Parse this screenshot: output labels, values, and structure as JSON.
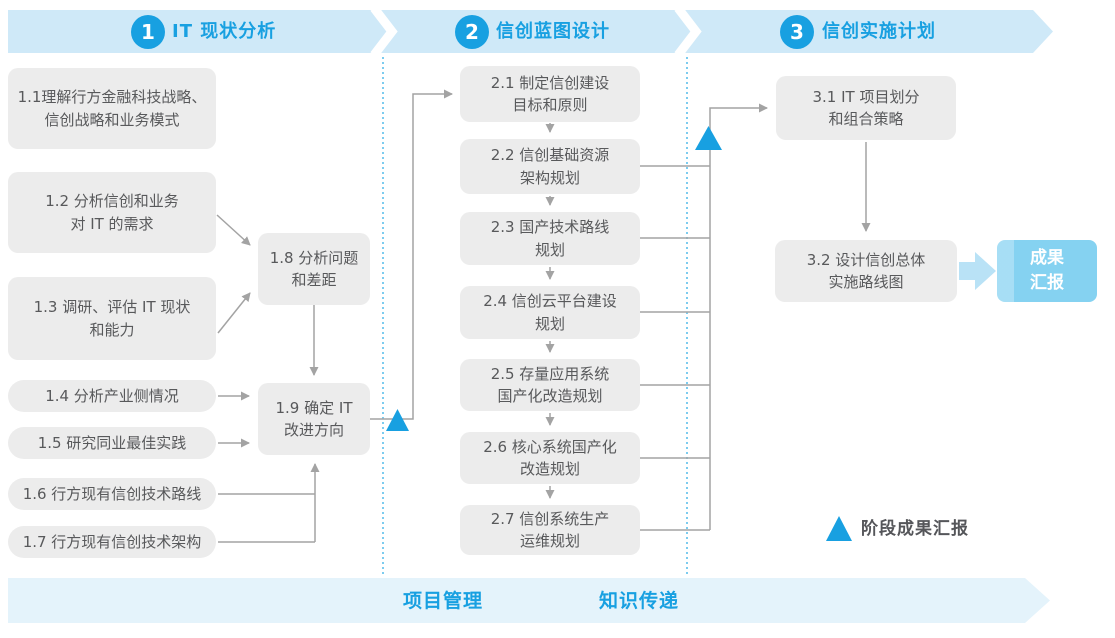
{
  "header": {
    "phases": [
      {
        "number": "1",
        "title": "IT 现状分析"
      },
      {
        "number": "2",
        "title": "信创蓝图设计"
      },
      {
        "number": "3",
        "title": "信创实施计划"
      }
    ]
  },
  "phase1": {
    "boxes": [
      {
        "id": "1.1",
        "text": "1.1理解行方金融科技战略、\n信创战略和业务模式"
      },
      {
        "id": "1.2",
        "text": "1.2 分析信创和业务\n对 IT 的需求"
      },
      {
        "id": "1.3",
        "text": "1.3 调研、评估 IT 现状\n和能力"
      },
      {
        "id": "1.4",
        "text": "1.4 分析产业侧情况"
      },
      {
        "id": "1.5",
        "text": "1.5 研究同业最佳实践"
      },
      {
        "id": "1.6",
        "text": "1.6 行方现有信创技术路线"
      },
      {
        "id": "1.7",
        "text": "1.7 行方现有信创技术架构"
      },
      {
        "id": "1.8",
        "text": "1.8 分析问题\n和差距"
      },
      {
        "id": "1.9",
        "text": "1.9 确定 IT\n改进方向"
      }
    ]
  },
  "phase2": {
    "boxes": [
      {
        "id": "2.1",
        "text": "2.1 制定信创建设\n目标和原则"
      },
      {
        "id": "2.2",
        "text": "2.2 信创基础资源\n架构规划"
      },
      {
        "id": "2.3",
        "text": "2.3 国产技术路线\n规划"
      },
      {
        "id": "2.4",
        "text": "2.4 信创云平台建设\n规划"
      },
      {
        "id": "2.5",
        "text": "2.5 存量应用系统\n国产化改造规划"
      },
      {
        "id": "2.6",
        "text": "2.6 核心系统国产化\n改造规划"
      },
      {
        "id": "2.7",
        "text": "2.7 信创系统生产\n运维规划"
      }
    ]
  },
  "phase3": {
    "boxes": [
      {
        "id": "3.1",
        "text": "3.1 IT 项目划分\n和组合策略"
      },
      {
        "id": "3.2",
        "text": "3.2 设计信创总体\n实施路线图"
      }
    ],
    "deliverable": "成果\n汇报"
  },
  "legend": {
    "milestone_label": "阶段成果汇报"
  },
  "footer": {
    "items": [
      "项目管理",
      "知识传递"
    ]
  },
  "colors": {
    "accent_blue": "#18a0e1",
    "band_blue": "#cfe9f8",
    "footer_band_blue": "#e4f3fb",
    "dotted_blue": "#45b6e8",
    "box_gray": "#ececec",
    "box_text_gray": "#58595b",
    "connector_gray": "#a3a3a3",
    "deliverable_blue": "#85d2f1",
    "flow_arrow_blue": "#b9e2f6"
  }
}
